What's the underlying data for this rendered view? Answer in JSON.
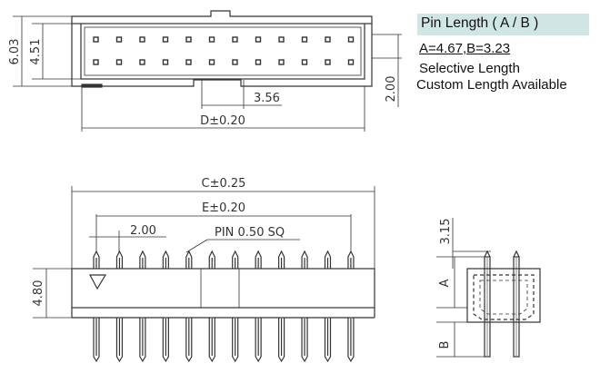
{
  "spec": {
    "title": "Pin Length ( A / B )",
    "ab_values": "A=4.67,B=3.23",
    "selective": "Selective Length",
    "custom": "Custom Length Available"
  },
  "top_view": {
    "dim_height_outer": "6.03",
    "dim_height_inner": "4.51",
    "dim_key_width": "3.56",
    "dim_offset": "2.00",
    "dim_length": "D±0.20",
    "pins_per_row": 12,
    "rows": 2
  },
  "front_view": {
    "dim_total": "C±0.25",
    "dim_pin_span": "E±0.20",
    "dim_pitch": "2.00",
    "pin_label": "PIN  0.50  SQ",
    "dim_height": "4.80",
    "pin_count": 12
  },
  "side_view": {
    "dim_top": "3.15",
    "dim_a": "A",
    "dim_b": "B"
  },
  "colors": {
    "line": "#333333",
    "spec_bg": "#cfe6e4"
  }
}
